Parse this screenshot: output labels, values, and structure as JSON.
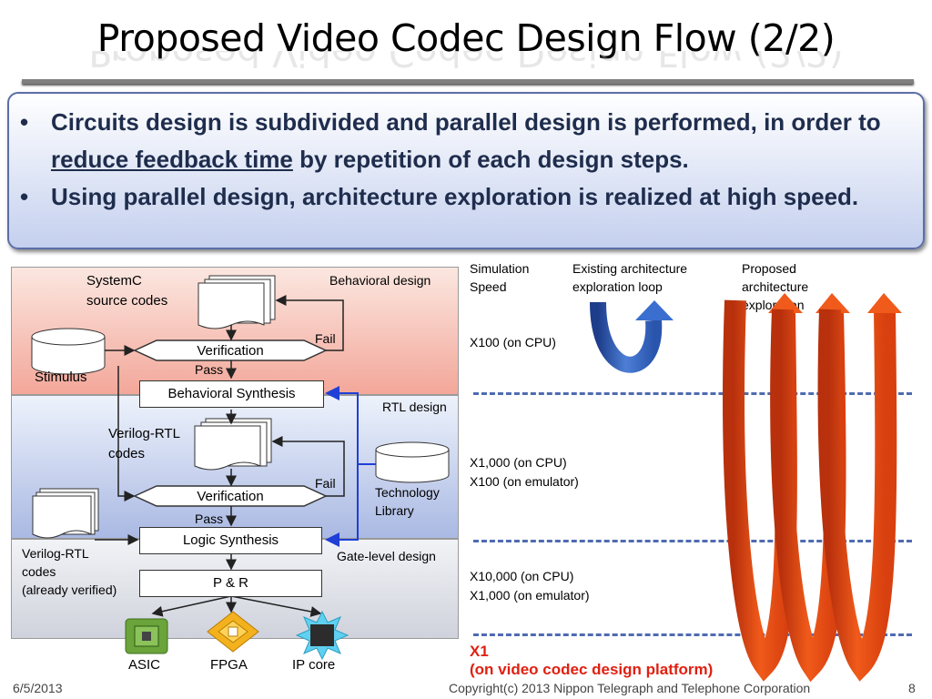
{
  "slide": {
    "title": "Proposed Video Codec Design Flow (2/2)",
    "bullets": [
      {
        "marker": "•",
        "text_before": "Circuits design is subdivided and parallel design is performed, in order to ",
        "underlined": "reduce feedback time",
        "text_after": " by repetition of each design steps."
      },
      {
        "marker": "•",
        "text_before": "Using parallel design, architecture exploration is realized at high speed.",
        "underlined": "",
        "text_after": ""
      }
    ],
    "date": "6/5/2013",
    "copyright": "Copyright(c) 2013 Nippon Telegraph and Telephone Corporation",
    "page_number": "8"
  },
  "flow": {
    "sections": {
      "behavioral": "Behavioral design",
      "rtl": "RTL design",
      "gate": "Gate-level design"
    },
    "systemc_codes": [
      "SystemC",
      "source codes"
    ],
    "stimulus": "Stimulus",
    "verification_1": "Verification",
    "fail_1": "Fail",
    "pass_1": "Pass",
    "behavioral_synthesis": "Behavioral Synthesis",
    "verilog_rtl_codes": [
      "Verilog-RTL",
      "codes"
    ],
    "verification_2": "Verification",
    "fail_2": "Fail",
    "pass_2": "Pass",
    "technology_library": [
      "Technology",
      "Library"
    ],
    "logic_synthesis": "Logic Synthesis",
    "verified_codes": [
      "Verilog-RTL",
      "codes",
      "(already verified)"
    ],
    "pnr": "P & R",
    "targets": {
      "asic": "ASIC",
      "fpga": "FPGA",
      "ip_core": "IP core"
    }
  },
  "speed": {
    "col_speed": [
      "Simulation",
      "Speed"
    ],
    "col_existing": [
      "Existing architecture",
      "exploration loop"
    ],
    "col_proposed": [
      "Proposed",
      "architecture",
      "exploration"
    ],
    "level_1": [
      "X100 (on CPU)"
    ],
    "level_2": [
      "X1,000 (on CPU)",
      "X100 (on emulator)"
    ],
    "level_3": [
      "X10,000 (on CPU)",
      "X1,000 (on emulator)"
    ],
    "level_4": [
      "X1",
      "(on video codec design platform)"
    ]
  },
  "colors": {
    "title_bar": "#7f7f7f",
    "bullet_text": "#1f2d4d",
    "accent_red": "#e02010",
    "existing_loop": "#3a62b5",
    "proposed_loop": "#e84a12",
    "dashed_line": "#4f6bb1",
    "library_link": "#1f3fd6"
  },
  "icons": [
    "asic-chip-icon",
    "fpga-icon",
    "ip-core-icon",
    "document-stack-icon",
    "database-cylinder-icon"
  ]
}
